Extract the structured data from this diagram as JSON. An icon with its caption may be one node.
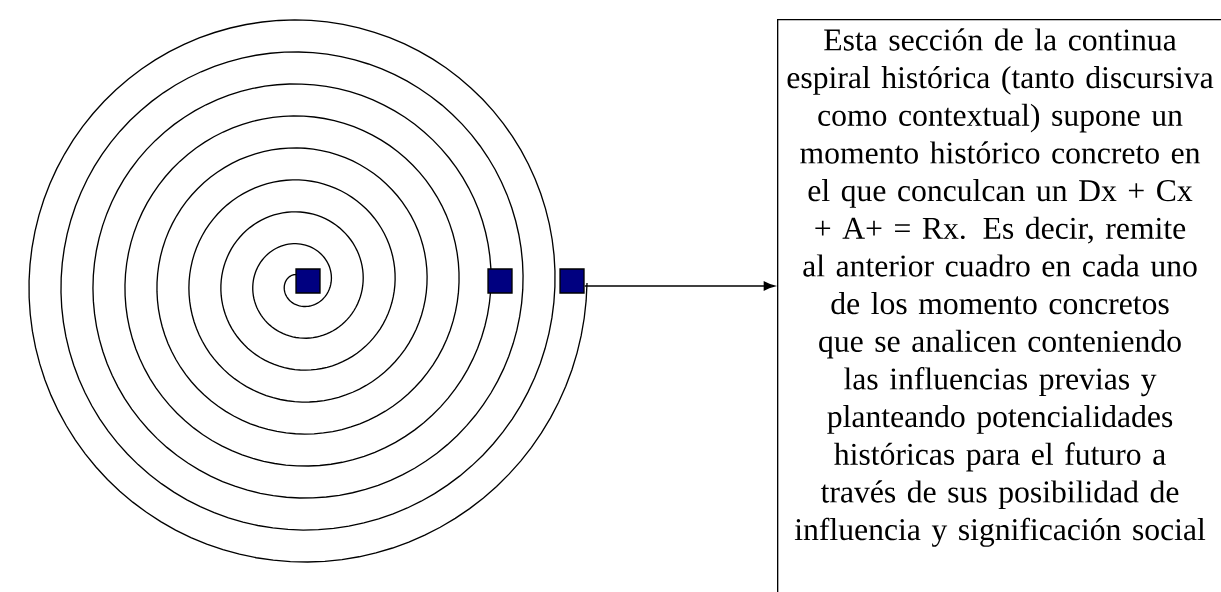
{
  "diagram": {
    "nodes": [
      {
        "text": [],
        "shape": "box"
      },
      {
        "text": [],
        "shape": "box"
      },
      {
        "text": [],
        "shape": "box"
      },
      {
        "text": [
          "Esta sección de la continua espiral histórica (tanto discursiva como contextual) supone un momento histórico concreto en el que conculcan un Dx + Cx + A+ = Rx. Es decir, remite al anterior cuadro en cada uno de los momento concretos que se analicen conteniendo las influencias previas y planteando potencialidades históricas para el futuro a través de sus posibilidad de influencia y significación social"
        ]
      }
    ],
    "edges": [
      {
        "from": 2,
        "to": 3,
        "arrow": "to"
      }
    ]
  }
}
